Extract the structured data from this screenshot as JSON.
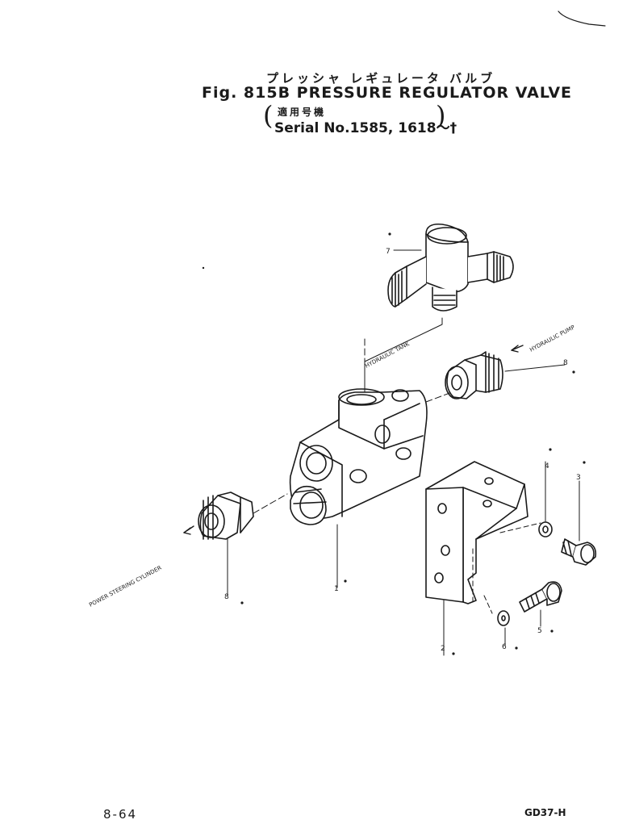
{
  "header": {
    "title_jp": "プレッシャ レギュレータ バルブ",
    "title_main": "Fig. 815B PRESSURE REGULATOR VALVE",
    "applicability_jp": "適用号機",
    "serial": "Serial No.1585, 1618～†"
  },
  "flow_labels": {
    "hydraulic_tank": "HYDRAULIC TANK",
    "hydraulic_pump": "HYDRAULIC PUMP",
    "power_steering": "POWER STEERING CYLINDER"
  },
  "callouts": {
    "c1": "1",
    "c2": "2",
    "c3": "3",
    "c4": "4",
    "c5": "5",
    "c6": "6",
    "c7": "7",
    "c8a": "8",
    "c8b": "8"
  },
  "footer": {
    "page_number": "8-64",
    "model_code": "GD37-H"
  }
}
